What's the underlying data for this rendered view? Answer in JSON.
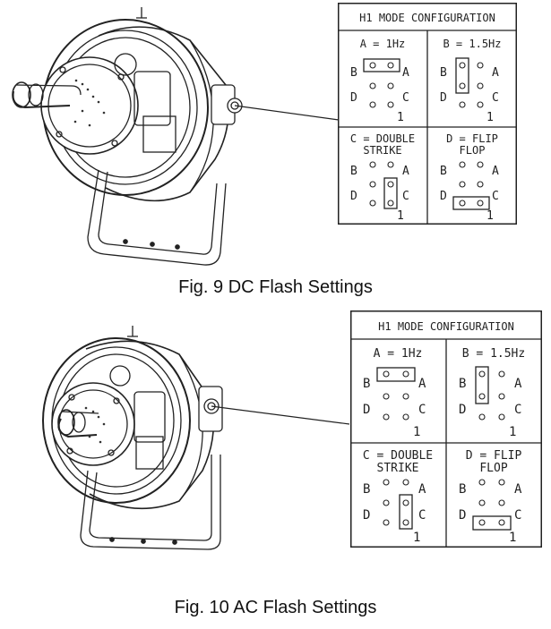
{
  "figures": [
    {
      "caption": "Fig. 9 DC Flash Settings",
      "panel": {
        "title": "H1 MODE CONFIGURATION",
        "cells": [
          {
            "title": "A = 1Hz",
            "title2": "",
            "jumper": "top"
          },
          {
            "title": "B = 1.5Hz",
            "title2": "",
            "jumper": "left"
          },
          {
            "title": "C = DOUBLE",
            "title2": "STRIKE",
            "jumper": "right"
          },
          {
            "title": "D = FLIP",
            "title2": "FLOP",
            "jumper": "bottom"
          }
        ],
        "pin_labels": {
          "a": "A",
          "b": "B",
          "c": "C",
          "d": "D",
          "one": "1"
        }
      }
    },
    {
      "caption": "Fig. 10 AC Flash Settings",
      "panel": {
        "title": "H1 MODE CONFIGURATION",
        "cells": [
          {
            "title": "A = 1Hz",
            "title2": "",
            "jumper": "top"
          },
          {
            "title": "B = 1.5Hz",
            "title2": "",
            "jumper": "left"
          },
          {
            "title": "C = DOUBLE",
            "title2": "STRIKE",
            "jumper": "right"
          },
          {
            "title": "D = FLIP",
            "title2": "FLOP",
            "jumper": "bottom"
          }
        ],
        "pin_labels": {
          "a": "A",
          "b": "B",
          "c": "C",
          "d": "D",
          "one": "1"
        }
      }
    }
  ]
}
